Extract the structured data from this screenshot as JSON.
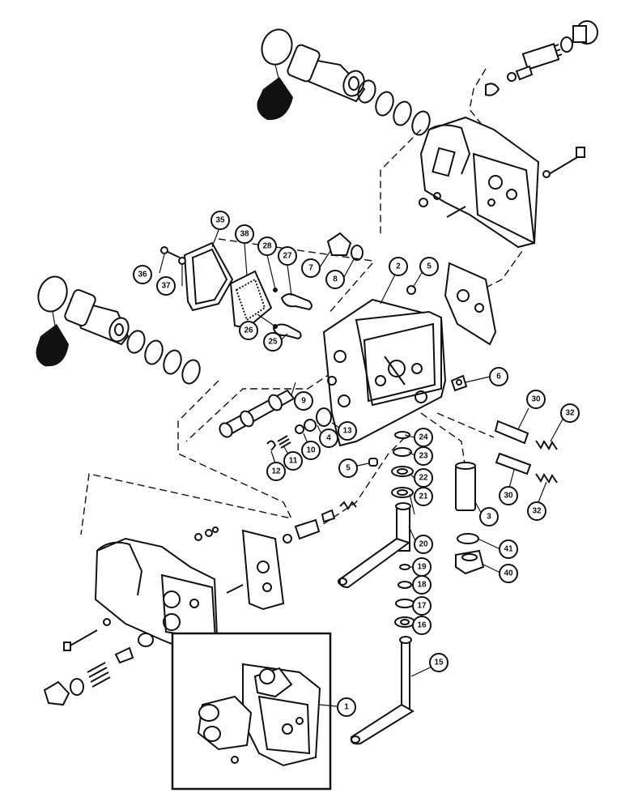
{
  "diagram": {
    "callouts": [
      "1",
      "2",
      "3",
      "4",
      "5",
      "5",
      "6",
      "7",
      "8",
      "9",
      "10",
      "11",
      "12",
      "13",
      "15",
      "16",
      "17",
      "18",
      "19",
      "20",
      "21",
      "22",
      "23",
      "24",
      "25",
      "26",
      "27",
      "28",
      "30",
      "30",
      "32",
      "32",
      "35",
      "36",
      "37",
      "38",
      "40",
      "41"
    ]
  }
}
